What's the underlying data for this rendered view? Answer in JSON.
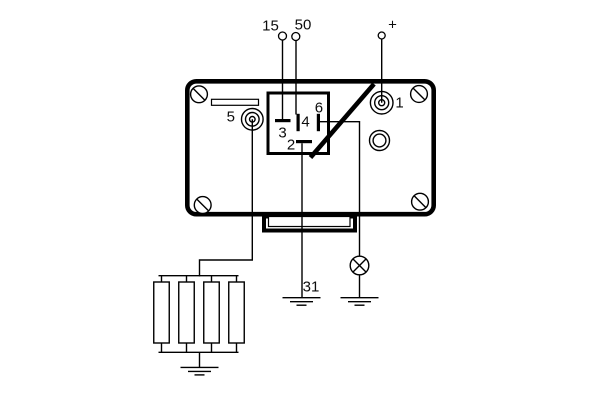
{
  "colors": {
    "line": "#000000",
    "background": "#ffffff"
  },
  "labels": {
    "terminal_15": "15",
    "terminal_50": "50",
    "battery_positive": "+",
    "terminal_1": "1",
    "terminal_5": "5",
    "pin_3": "3",
    "pin_4": "4",
    "pin_6": "6",
    "pin_2": "2",
    "terminal_31": "31"
  },
  "components": {
    "glow_plugs_count": 4,
    "ground_symbols_count": 3,
    "mounting_screws_count": 4
  },
  "icons": {
    "screw": "circle with diagonal slash",
    "ground": "three stacked shrinking bars",
    "lamp": "circle with X cross"
  }
}
